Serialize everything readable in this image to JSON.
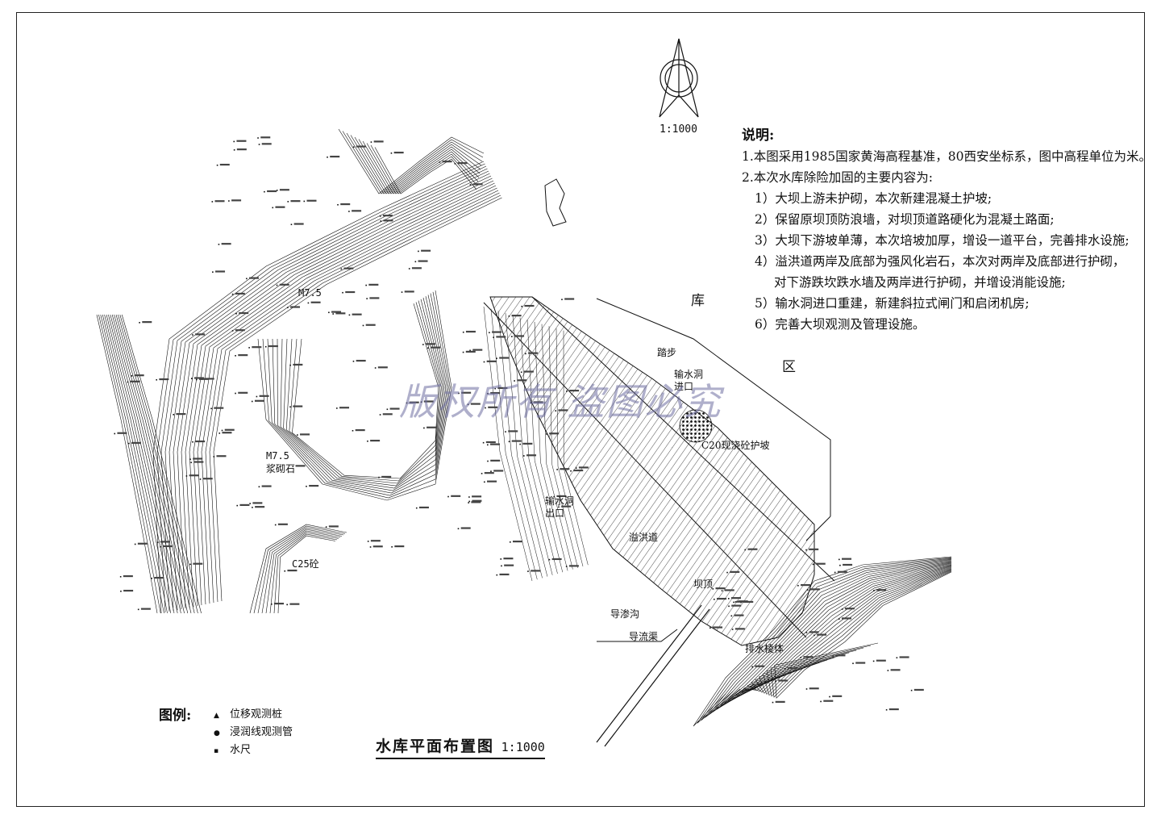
{
  "notes": {
    "title": "说明:",
    "item1": "1.本图采用1985国家黄海高程基准，80西安坐标系，图中高程单位为米。",
    "item2": "2.本次水库除险加固的主要内容为:",
    "sub1": "1）大坝上游未护砌，本次新建混凝土护坡;",
    "sub2": "2）保留原坝顶防浪墙，对坝顶道路硬化为混凝土路面;",
    "sub3": "3）大坝下游坡单薄，本次培坡加厚，增设一道平台，完善排水设施;",
    "sub4a": "4）溢洪道两岸及底部为强风化岩石，本次对两岸及底部进行护砌，",
    "sub4b": "对下游跌坎跌水墙及两岸进行护砌，并增设消能设施;",
    "sub5": "5）输水洞进口重建，新建斜拉式闸门和启闭机房;",
    "sub6": "6）完善大坝观测及管理设施。"
  },
  "compass": {
    "scale": "1:1000"
  },
  "legend": {
    "title": "图例:",
    "items": [
      {
        "symbol": "▲",
        "label": "位移观测桩"
      },
      {
        "symbol": "●",
        "label": "浸润线观测管"
      },
      {
        "symbol": "▪",
        "label": "水尺"
      }
    ]
  },
  "map_title": {
    "text": "水库平面布置图",
    "scale": "1:1000"
  },
  "map_labels": {
    "ku": "库",
    "qu": "区",
    "tabu": "踏步",
    "inlet": "输水洞",
    "inlet2": "进口",
    "c20": "C20现浇砼护坡",
    "m75a": "M7.5",
    "m75b": "M7.5",
    "stone": "浆砌石",
    "c25": "C25砼",
    "outlet": "输水洞",
    "outlet2": "出口",
    "drain": "导渗沟",
    "drain2": "导流渠",
    "spill": "溢洪道",
    "road": "坝顶",
    "toe": "排水棱体"
  },
  "watermark": "版权所有 盗图必究"
}
